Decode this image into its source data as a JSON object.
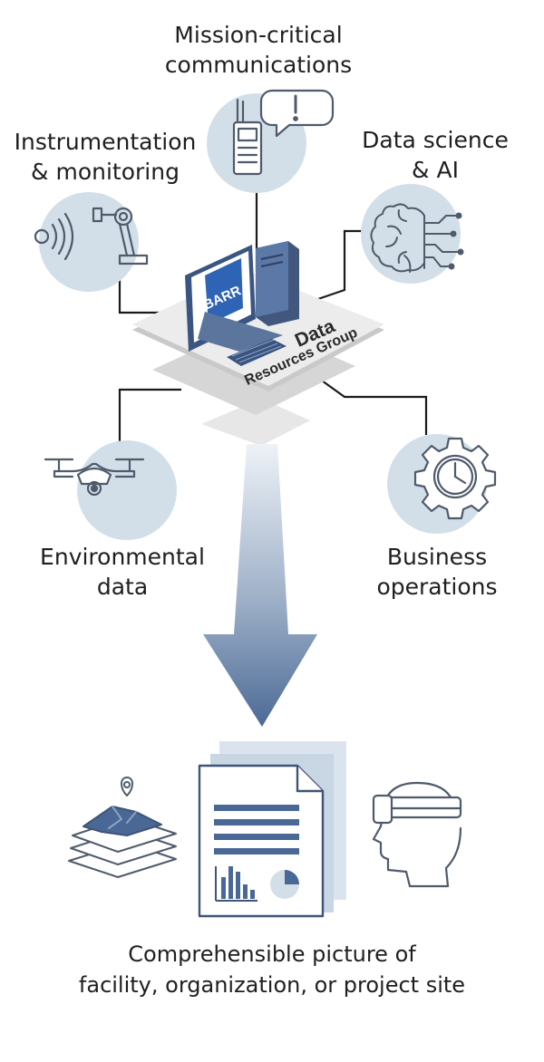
{
  "colors": {
    "circle_fill": "#d3dfe8",
    "icon_stroke": "#4f5b6b",
    "connector": "#1a1a1a",
    "brand_blue": "#2f63b5",
    "arrow_dark": "#4f6c97",
    "arrow_light": "#e6ecf4",
    "doc_stroke": "#3e5478",
    "doc_accent": "#4a6895"
  },
  "nodes": {
    "mission_critical": {
      "label_line1": "Mission-critical",
      "label_line2": "communications",
      "icon": "handheld-radio-alert-icon"
    },
    "instrumentation": {
      "label_line1": "Instrumentation",
      "label_line2": "& monitoring",
      "icon": "sensor-robot-arm-icon"
    },
    "data_science": {
      "label_line1": "Data science",
      "label_line2": "& AI",
      "icon": "brain-circuit-icon"
    },
    "environmental": {
      "label_line1": "Environmental",
      "label_line2": "data",
      "icon": "drone-icon"
    },
    "business": {
      "label_line1": "Business",
      "label_line2": "operations",
      "icon": "gear-clock-icon"
    }
  },
  "hub": {
    "logo_text": "BARR",
    "title_line1": "Data",
    "title_line2": "Resources Group",
    "icon": "computer-workstation-icon"
  },
  "outputs": [
    {
      "icon": "map-layers-pin-icon"
    },
    {
      "icon": "report-document-icon"
    },
    {
      "icon": "vr-headset-icon"
    }
  ],
  "caption": {
    "line1": "Comprehensible picture of",
    "line2": "facility, organization, or project site"
  }
}
